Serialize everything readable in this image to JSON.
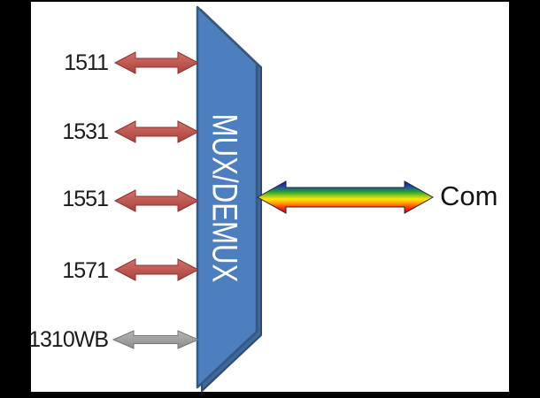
{
  "diagram": {
    "type": "optical-mux-demux-schematic",
    "mux": {
      "label": "MUX/DEMUX",
      "fill_color": "#4d7ebe",
      "border_color": "#35587e",
      "shadow_color": "#3e679e",
      "text_color": "#ffffff"
    },
    "channels": [
      {
        "label": "1511",
        "arrow_color": "red"
      },
      {
        "label": "1531",
        "arrow_color": "red"
      },
      {
        "label": "1551",
        "arrow_color": "red"
      },
      {
        "label": "1571",
        "arrow_color": "red"
      },
      {
        "label": "1310WB",
        "arrow_color": "gray"
      }
    ],
    "com": {
      "label": "Com"
    },
    "colors": {
      "channel_red_top": "#d0736b",
      "channel_red_bottom": "#aa403c",
      "channel_red_border": "#8e3330",
      "channel_gray_top": "#b5b5b5",
      "channel_gray_bottom": "#8d8d8d",
      "channel_gray_border": "#767676",
      "rainbow_stops": [
        "#151a5e",
        "#2438b8",
        "#1f9c35",
        "#9ccc20",
        "#ffe800",
        "#ff9400",
        "#ff3a00",
        "#e51717",
        "#d4006d"
      ],
      "frame_bars": "#000000",
      "background": "#ffffff",
      "label_text": "#1b1b1b"
    }
  }
}
